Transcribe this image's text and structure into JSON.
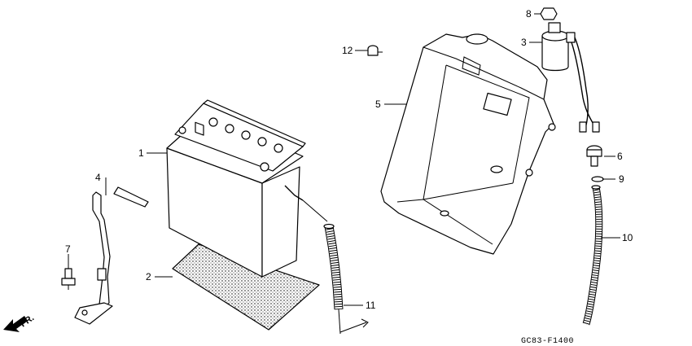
{
  "diagram": {
    "direction_label": "FR.",
    "figure_code": "GC83-F1400",
    "callouts": [
      {
        "id": "c1",
        "number": "1"
      },
      {
        "id": "c2",
        "number": "2"
      },
      {
        "id": "c3",
        "number": "3"
      },
      {
        "id": "c4",
        "number": "4"
      },
      {
        "id": "c5",
        "number": "5"
      },
      {
        "id": "c6",
        "number": "6"
      },
      {
        "id": "c7",
        "number": "7"
      },
      {
        "id": "c8",
        "number": "8"
      },
      {
        "id": "c9",
        "number": "9"
      },
      {
        "id": "c10",
        "number": "10"
      },
      {
        "id": "c11",
        "number": "11"
      },
      {
        "id": "c12",
        "number": "12"
      }
    ]
  }
}
